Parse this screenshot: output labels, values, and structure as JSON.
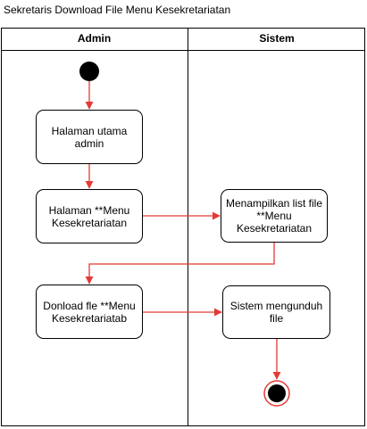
{
  "title": "Sekretaris Download File Menu Kesekretariatan",
  "lanes": {
    "admin": "Admin",
    "sistem": "Sistem"
  },
  "nodes": {
    "halaman_utama": "Halaman utama admin",
    "halaman_menu": "Halaman **Menu Kesekretariatan",
    "menampilkan": "Menampilkan list file **Menu Kesekretariatan",
    "donload": "Donload fle **Menu Kesekretariatab",
    "mengunduh": "Sistem mengunduh file"
  },
  "colors": {
    "line": "#000000",
    "arrow": "#e53935"
  }
}
